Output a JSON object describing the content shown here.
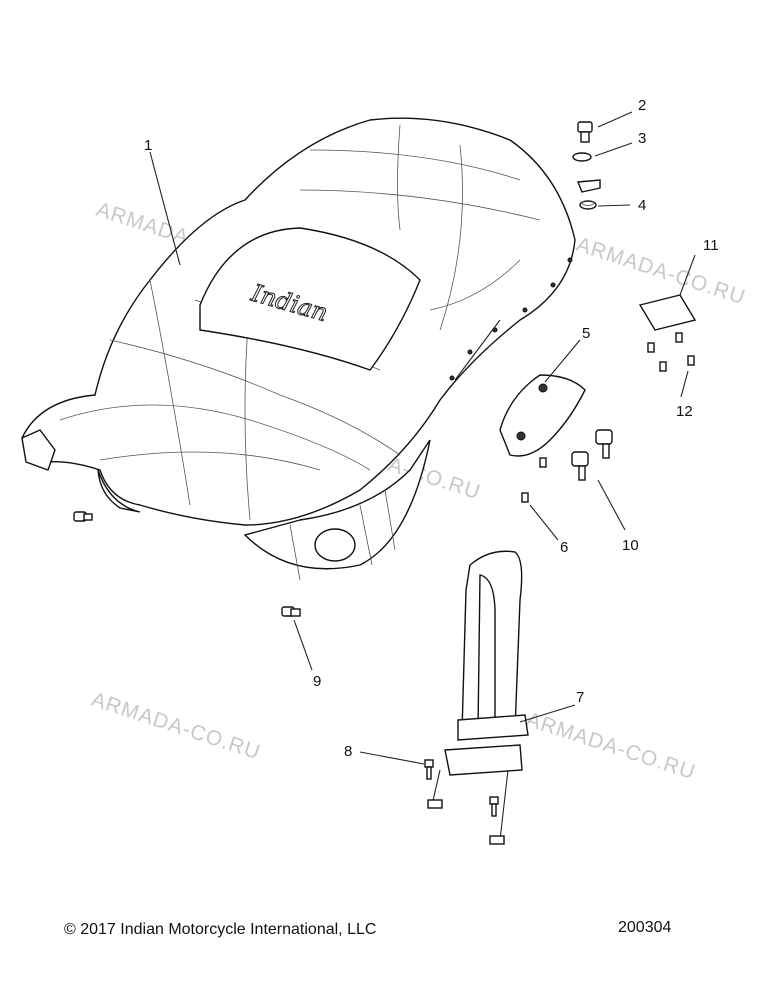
{
  "callouts": [
    "1",
    "2",
    "3",
    "4",
    "5",
    "6",
    "7",
    "8",
    "9",
    "10",
    "11",
    "12"
  ],
  "watermark": "ARMADA-CO.RU",
  "logo_text": "Indian",
  "footer": {
    "copyright": "© 2017 Indian Motorcycle International, LLC",
    "drawing_id": "200304"
  }
}
